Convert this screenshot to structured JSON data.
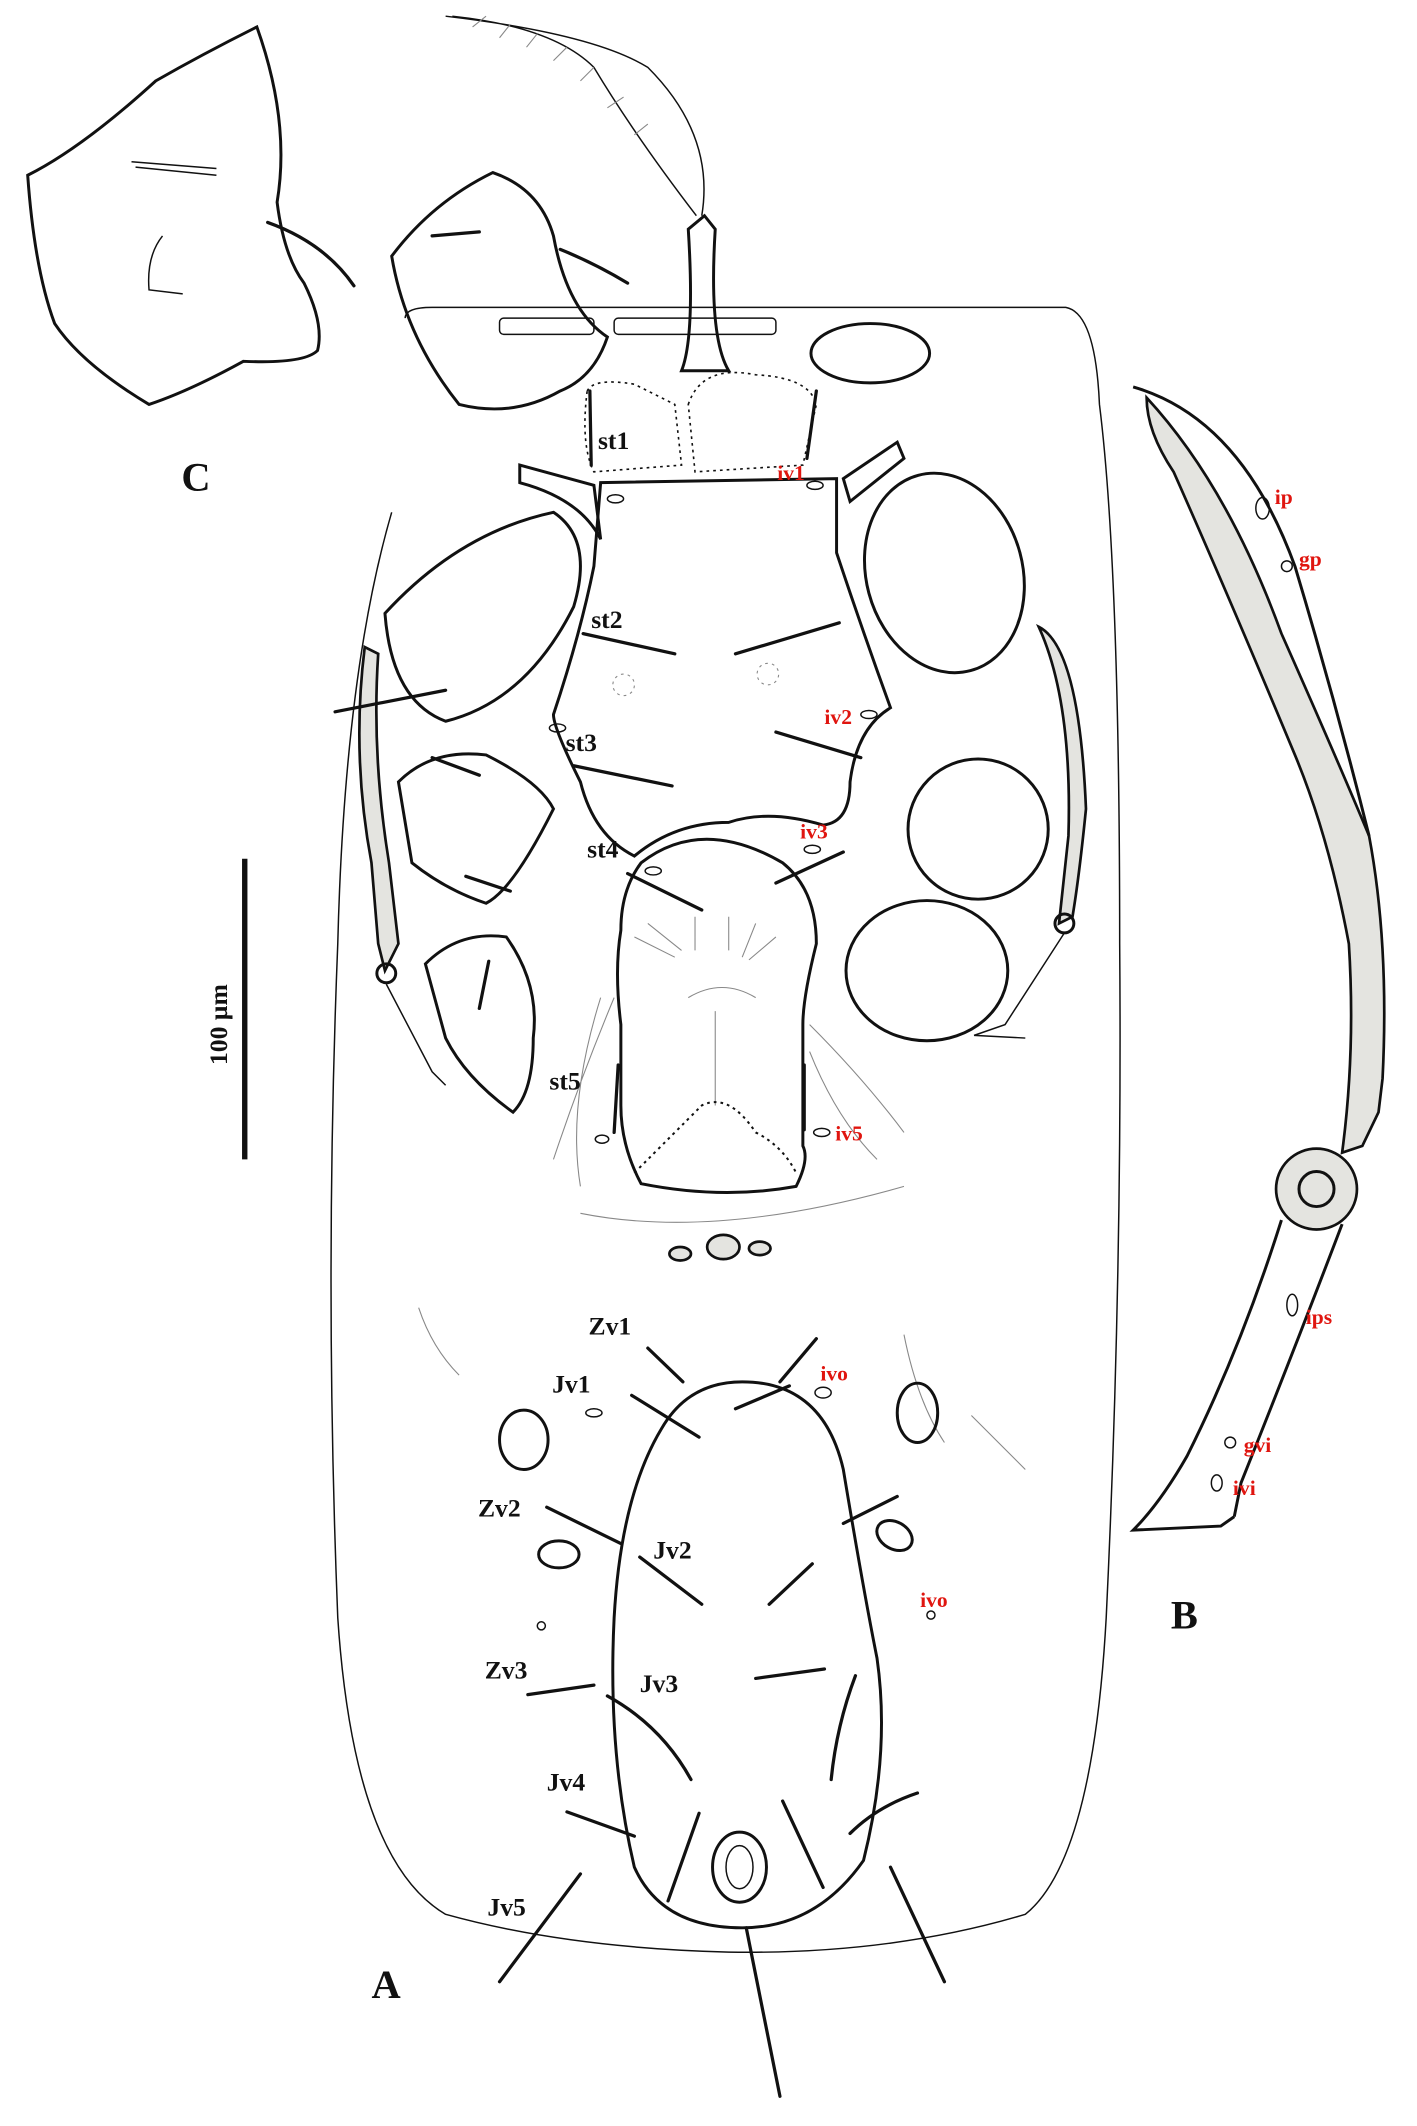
{
  "panels": {
    "a": "A",
    "b": "B",
    "c": "C"
  },
  "scale_bar": {
    "label": "100 µm"
  },
  "setae_labels": {
    "st1": "st1",
    "st2": "st2",
    "st3": "st3",
    "st4": "st4",
    "st5": "st5",
    "zv1": "Zv1",
    "jv1": "Jv1",
    "zv2": "Zv2",
    "jv2": "Jv2",
    "zv3": "Zv3",
    "jv3": "Jv3",
    "jv4": "Jv4",
    "jv5": "Jv5"
  },
  "pore_labels": {
    "iv1": "iv1",
    "iv2": "iv2",
    "iv3": "iv3",
    "iv5": "iv5",
    "ivo_1": "ivo",
    "ivo_2": "ivo",
    "ip": "ip",
    "gp": "gp",
    "ips": "ips",
    "gvi": "gvi",
    "ivi": "ivi"
  },
  "colors": {
    "pore_label": "#e0150f",
    "line": "#111111",
    "shading": "#e4e4e0"
  }
}
